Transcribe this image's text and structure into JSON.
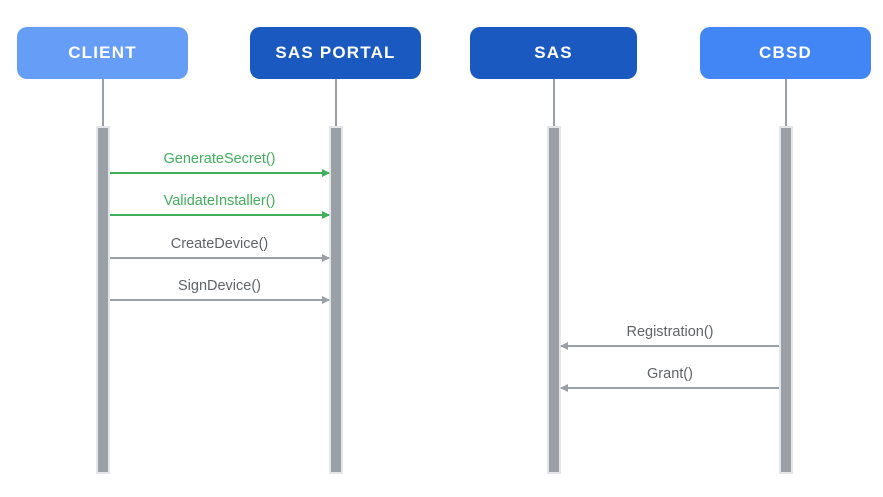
{
  "actors": [
    {
      "label": "CLIENT",
      "fill": "#669DF6"
    },
    {
      "label": "SAS PORTAL",
      "fill": "#1A5AC0"
    },
    {
      "label": "SAS",
      "fill": "#1A5AC0"
    },
    {
      "label": "CBSD",
      "fill": "#4285F4"
    }
  ],
  "messages": [
    {
      "label": "GenerateSecret()",
      "from": "CLIENT",
      "to": "SAS PORTAL",
      "style": "green",
      "direction": "right"
    },
    {
      "label": "ValidateInstaller()",
      "from": "CLIENT",
      "to": "SAS PORTAL",
      "style": "green",
      "direction": "right"
    },
    {
      "label": "CreateDevice()",
      "from": "CLIENT",
      "to": "SAS PORTAL",
      "style": "gray",
      "direction": "right"
    },
    {
      "label": "SignDevice()",
      "from": "CLIENT",
      "to": "SAS PORTAL",
      "style": "gray",
      "direction": "right"
    },
    {
      "label": "Registration()",
      "from": "CBSD",
      "to": "SAS",
      "style": "gray",
      "direction": "left"
    },
    {
      "label": "Grant()",
      "from": "CBSD",
      "to": "SAS",
      "style": "gray",
      "direction": "left"
    }
  ],
  "colors": {
    "actor_light_blue": "#669DF6",
    "actor_dark_blue": "#1A5AC0",
    "actor_medium_blue": "#4285F4",
    "lifeline_gray": "#9AA0A6",
    "message_green": "#41AE5C",
    "message_gray_text": "#5F6368",
    "message_gray_line": "#9AA0A6"
  }
}
